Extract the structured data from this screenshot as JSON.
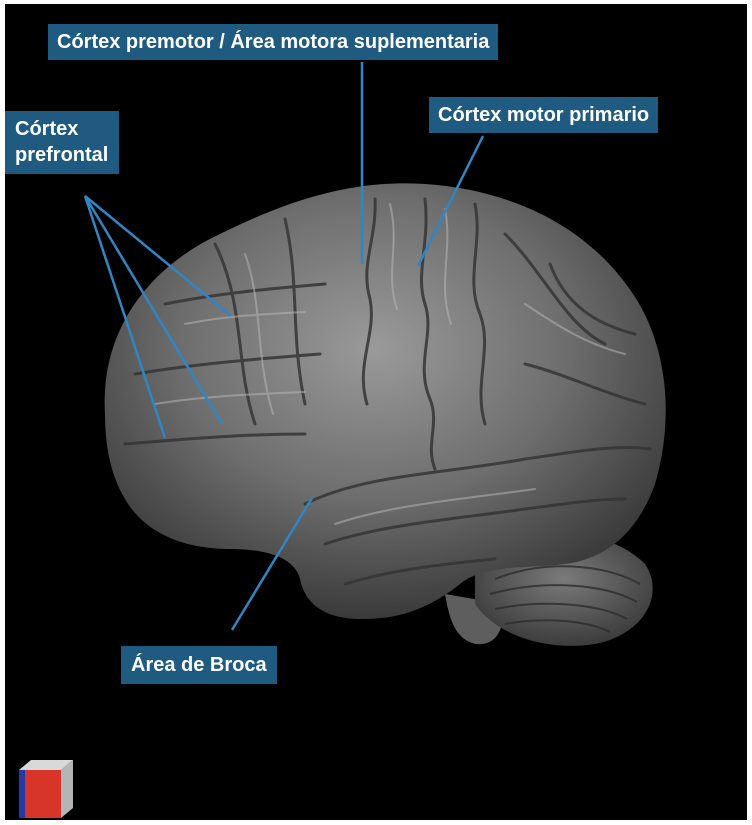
{
  "labels": {
    "premotor": "Córtex premotor / Área motora suplementaria",
    "motor_primary": "Córtex motor primario",
    "prefrontal_line1": "Córtex",
    "prefrontal_line2": "prefrontal",
    "broca": "Área de Broca"
  },
  "colors": {
    "background": "#000000",
    "label_fill": "#1f5a80",
    "label_text": "#ffffff",
    "pointer_line": "#2f86c4",
    "brain": "#7a7a7a"
  },
  "icons": {
    "orientation_cube": "orientation-cube-icon"
  }
}
